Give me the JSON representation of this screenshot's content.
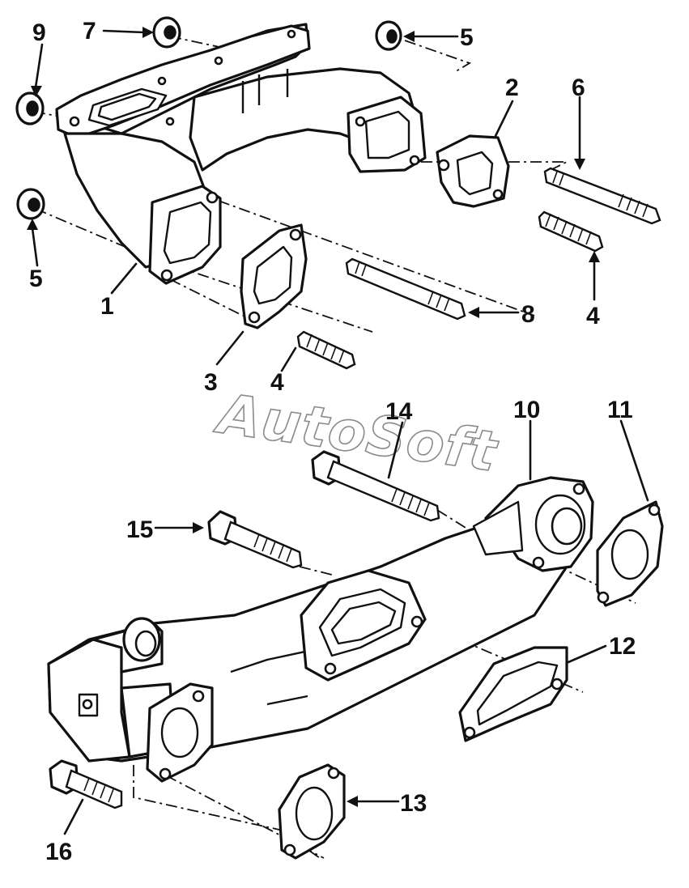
{
  "diagram": {
    "kind": "exploded parts view",
    "callouts": [
      {
        "id": "c1",
        "label": "1"
      },
      {
        "id": "c2",
        "label": "2"
      },
      {
        "id": "c3",
        "label": "3"
      },
      {
        "id": "c4a",
        "label": "4"
      },
      {
        "id": "c4b",
        "label": "4"
      },
      {
        "id": "c5a",
        "label": "5"
      },
      {
        "id": "c5b",
        "label": "5"
      },
      {
        "id": "c6",
        "label": "6"
      },
      {
        "id": "c7",
        "label": "7"
      },
      {
        "id": "c8",
        "label": "8"
      },
      {
        "id": "c9",
        "label": "9"
      },
      {
        "id": "c10",
        "label": "10"
      },
      {
        "id": "c11",
        "label": "11"
      },
      {
        "id": "c12",
        "label": "12"
      },
      {
        "id": "c13",
        "label": "13"
      },
      {
        "id": "c14",
        "label": "14"
      },
      {
        "id": "c15",
        "label": "15"
      },
      {
        "id": "c16",
        "label": "16"
      }
    ]
  },
  "watermark": {
    "text": "AutoSoft"
  },
  "colors": {
    "ink": "#111111",
    "background": "#ffffff",
    "watermark_outline": "#8a8a8a"
  }
}
